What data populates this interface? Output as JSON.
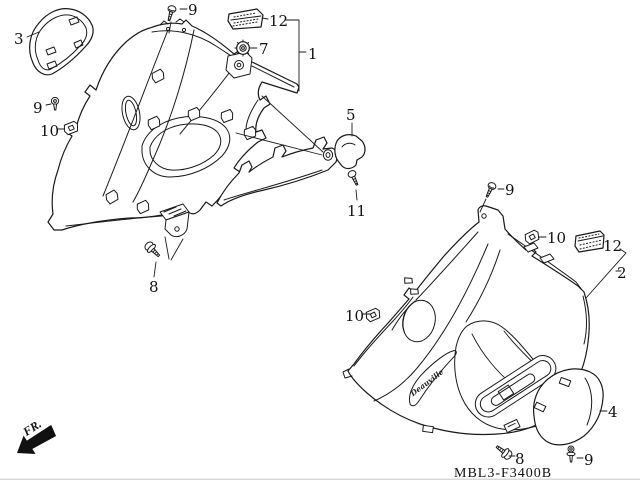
{
  "page": {
    "background": "#ffffff",
    "line_color": "#1a1a1a",
    "part_code": "MBL3-F3400B",
    "front_marker": "FR."
  },
  "parts": {
    "emblem_text": "Deauville"
  },
  "callouts": {
    "c1": "1",
    "c2": "2",
    "c3": "3",
    "c4": "4",
    "c5": "5",
    "c7": "7",
    "c8_left": "8",
    "c8_right": "8",
    "c9_top": "9",
    "c9_left": "9",
    "c9_right_top": "9",
    "c9_bottom": "9",
    "c10_left": "10",
    "c10_mid": "10",
    "c10_top_right": "10",
    "c11": "11",
    "c12_top": "12",
    "c12_right": "12"
  }
}
